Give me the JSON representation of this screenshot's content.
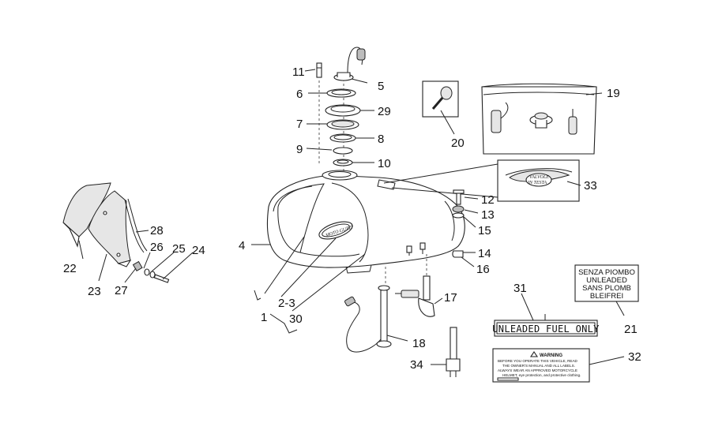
{
  "callouts": {
    "c1": "1",
    "c23a": "2-3",
    "c4": "4",
    "c5": "5",
    "c6": "6",
    "c7": "7",
    "c8": "8",
    "c9": "9",
    "c10": "10",
    "c11": "11",
    "c12": "12",
    "c13": "13",
    "c14": "14",
    "c15": "15",
    "c16": "16",
    "c17": "17",
    "c18": "18",
    "c19": "19",
    "c20": "20",
    "c21": "21",
    "c22": "22",
    "c23": "23",
    "c24": "24",
    "c25": "25",
    "c26": "26",
    "c27": "27",
    "c28": "28",
    "c29": "29",
    "c30": "30",
    "c31": "31",
    "c32": "32",
    "c33": "33",
    "c34": "34"
  },
  "sticker_21": {
    "line1": "SENZA PIOMBO",
    "line2": "UNLEADED",
    "line3": "SANS PLOMB",
    "line4": "BLEIFREI"
  },
  "sticker_31": {
    "text": "UNLEADED FUEL ONLY"
  },
  "sticker_32": {
    "heading": "WARNING",
    "line1": "BEFORE YOU OPERATE THIS VEHICLE, READ",
    "line2": "THE OWNER'S MANUAL AND ALL LABELS.",
    "line3": "ALWAYS WEAR AN APPROVED MOTORCYCLE",
    "line4": "HELMET, eye protection, and protective clothing."
  },
  "badge_33": {
    "line1": "VALVOLE",
    "line2": "IN TESTA"
  },
  "tank_logo": {
    "text": "MOTO GUZZI"
  }
}
